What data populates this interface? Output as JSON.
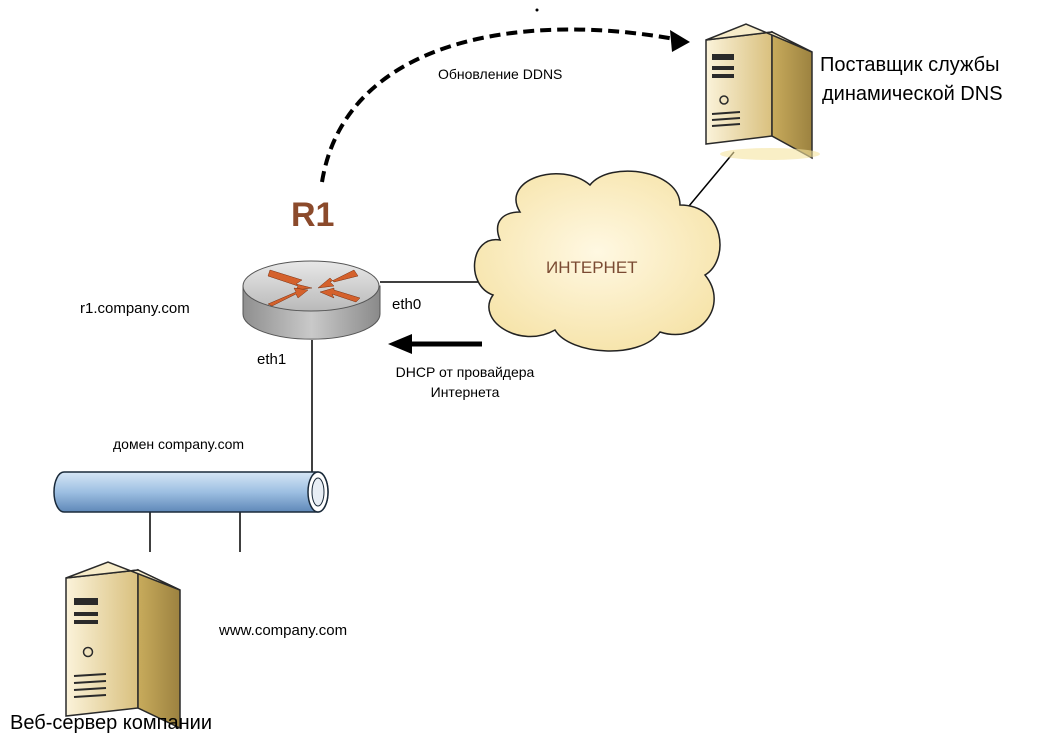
{
  "labels": {
    "ddns_update": "Обновление DDNS",
    "provider_line1": "Поставщик службы",
    "provider_line2": "динамической DNS",
    "router_name": "R1",
    "router_host": "r1.company.com",
    "internet": "ИНТЕРНЕТ",
    "eth0": "eth0",
    "eth1": "eth1",
    "dhcp_line1": "DHCP от провайдера",
    "dhcp_line2": "Интернета",
    "domain": "домен company.com",
    "web_host": "www.company.com",
    "web_server": "Веб-сервер компании"
  },
  "icons": {
    "router": "router-icon",
    "cloud": "cloud-icon",
    "provider_server": "server-icon",
    "web_server": "server-icon",
    "network_bus": "network-segment-icon"
  },
  "colors": {
    "router_label": "#8b4a2b",
    "cloud_fill": "#fdf0c9",
    "server_body": "#f2e1b0",
    "bus_fill": "#a8c6e6",
    "router_arrows": "#d4612c"
  }
}
